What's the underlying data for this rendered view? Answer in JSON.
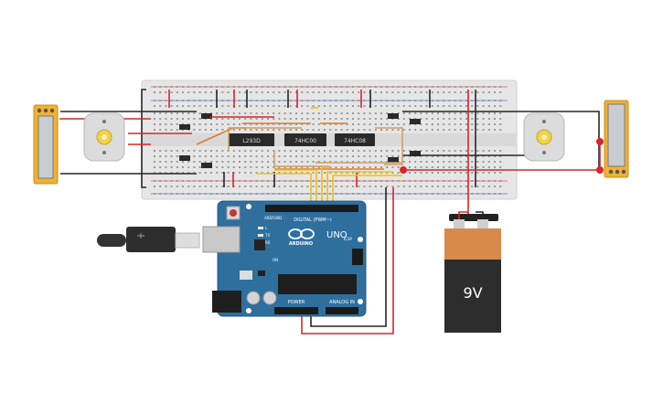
{
  "breadboard": {
    "ic_labels": [
      "L293D",
      "74HC00",
      "74HC08"
    ]
  },
  "arduino": {
    "brand": "ARDUINO",
    "model": "UNO",
    "digital_header": "DIGITAL (PWM~)",
    "power_header": "POWER",
    "analog_header": "ANALOG IN",
    "icsp_label": "ICSP",
    "led_labels": [
      "L",
      "TX",
      "RX"
    ],
    "aref_label": "AREF",
    "gnd_label": "GND",
    "on_label": "ON"
  },
  "battery": {
    "label": "9V"
  },
  "colors": {
    "breadboard": "#e6e6e6",
    "arduino_board": "#2e6f9e",
    "wire_red": "#d7262a",
    "wire_black": "#262626",
    "wire_orange": "#e07b28",
    "wire_yellow": "#e8c21a",
    "wire_tan": "#c8a06a",
    "battery_top": "#d88a4a",
    "battery_body": "#2d2d2d",
    "switch_frame": "#f0b232"
  }
}
